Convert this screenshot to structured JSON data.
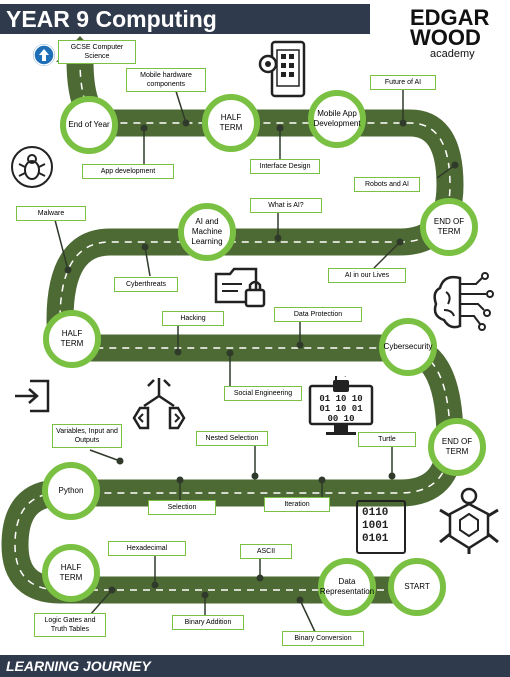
{
  "header": {
    "title": "YEAR 9 Computing"
  },
  "logo": {
    "line1": "EDGAR",
    "line2": "WOOD",
    "line3": "academy"
  },
  "footer": {
    "title": "LEARNING JOURNEY"
  },
  "milestones": {
    "end_of_year": "End of Year",
    "half_term_1": "HALF TERM",
    "mobile_app": "Mobile App Development",
    "ai_ml": "AI and Machine Learning",
    "end_of_term_1": "END OF TERM",
    "half_term_2": "HALF TERM",
    "cybersecurity": "Cybersecurity",
    "end_of_term_2": "END OF TERM",
    "python": "Python",
    "half_term_3": "HALF TERM",
    "data_rep": "Data Representation",
    "start": "START"
  },
  "topics": {
    "gcse": "GCSE Computer Science",
    "mobile_hardware": "Mobile hardware components",
    "future_ai": "Future of AI",
    "app_dev": "App development",
    "interface_design": "Interface Design",
    "robots_ai": "Robots and AI",
    "malware": "Malware",
    "what_is_ai": "What is AI?",
    "cyberthreats": "Cyberthreats",
    "ai_in_lives": "AI in our Lives",
    "hacking": "Hacking",
    "data_protection": "Data Protection",
    "social_engineering": "Social Engineering",
    "variables": "Variables, Input and Outputs",
    "nested_selection": "Nested Selection",
    "turtle": "Turtle",
    "selection": "Selection",
    "iteration": "Iteration",
    "hexadecimal": "Hexadecimal",
    "ascii": "ASCII",
    "logic_gates": "Logic Gates and Truth Tables",
    "binary_addition": "Binary Addition",
    "binary_conversion": "Binary Conversion"
  },
  "icons": {
    "binary_digits": "0110 1001 0101",
    "monitor_binary": "01 10 10 01 10 01 00 10"
  },
  "colors": {
    "road": "#4e6a34",
    "accent": "#7ac143",
    "banner": "#2f3a4d"
  }
}
